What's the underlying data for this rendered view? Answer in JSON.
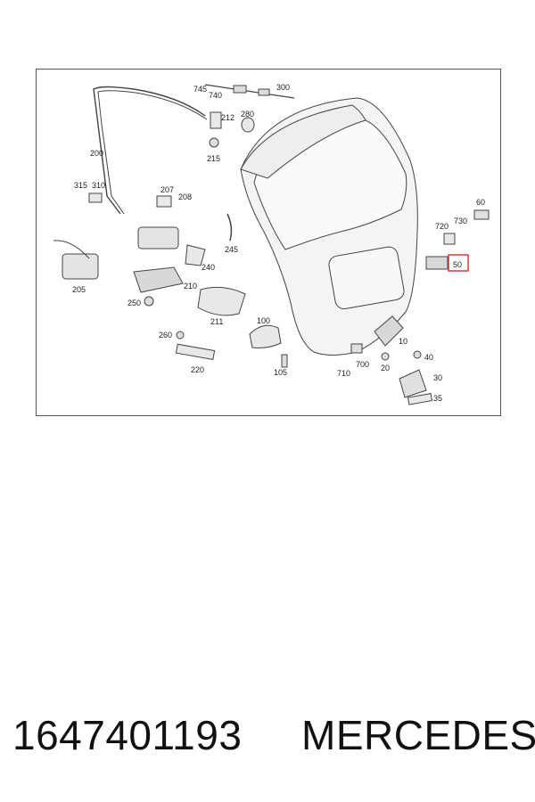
{
  "diagram": {
    "callouts": [
      "745",
      "740",
      "300",
      "212",
      "280",
      "215",
      "200",
      "315",
      "310",
      "207",
      "208",
      "60",
      "720",
      "730",
      "50",
      "245",
      "240",
      "205",
      "210",
      "250",
      "211",
      "100",
      "260",
      "220",
      "10",
      "105",
      "710",
      "700",
      "20",
      "40",
      "30",
      "35"
    ],
    "highlighted_callout": "50",
    "highlight_color": "#e0282c"
  },
  "caption": {
    "part_number": "1647401193",
    "brand": "MERCEDES"
  }
}
